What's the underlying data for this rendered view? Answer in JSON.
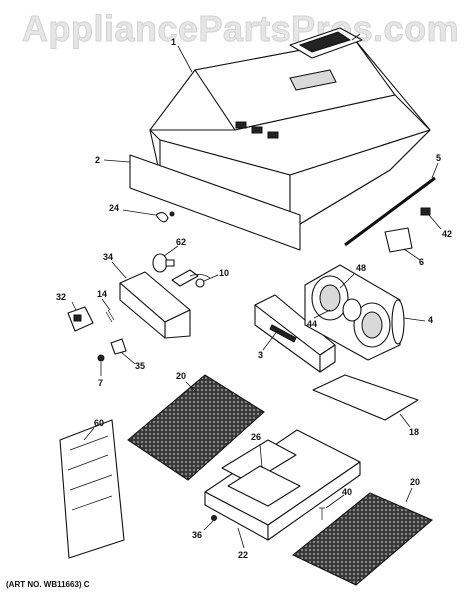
{
  "watermark": "AppliancePartsPros.com",
  "art_number": "(ART NO. WB11663) C",
  "callouts": [
    {
      "id": "1",
      "label": "1"
    },
    {
      "id": "2",
      "label": "2"
    },
    {
      "id": "3",
      "label": "3"
    },
    {
      "id": "4",
      "label": "4"
    },
    {
      "id": "5",
      "label": "5"
    },
    {
      "id": "6",
      "label": "6"
    },
    {
      "id": "7",
      "label": "7"
    },
    {
      "id": "10",
      "label": "10"
    },
    {
      "id": "14",
      "label": "14"
    },
    {
      "id": "18",
      "label": "18"
    },
    {
      "id": "20a",
      "label": "20"
    },
    {
      "id": "20b",
      "label": "20"
    },
    {
      "id": "22",
      "label": "22"
    },
    {
      "id": "24",
      "label": "24"
    },
    {
      "id": "26",
      "label": "26"
    },
    {
      "id": "32",
      "label": "32"
    },
    {
      "id": "34",
      "label": "34"
    },
    {
      "id": "35",
      "label": "35"
    },
    {
      "id": "36",
      "label": "36"
    },
    {
      "id": "40",
      "label": "40"
    },
    {
      "id": "42",
      "label": "42"
    },
    {
      "id": "44",
      "label": "44"
    },
    {
      "id": "48",
      "label": "48"
    },
    {
      "id": "60",
      "label": "60"
    },
    {
      "id": "62",
      "label": "62"
    }
  ]
}
